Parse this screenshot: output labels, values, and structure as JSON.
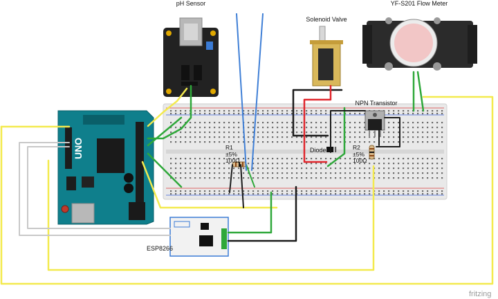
{
  "labels": {
    "ph_sensor": "pH Sensor",
    "solenoid_valve": "Solenoid Valve",
    "flow_meter": "YF-S201 Flow Meter",
    "npn_transistor": "NPN Transistor",
    "diode": "Diode",
    "r1_name": "R1",
    "r1_tol": "±5%",
    "r1_value": "100Ω",
    "r2_name": "R2",
    "r2_tol": "±5%",
    "r2_value": "100Ω",
    "esp": "ESP8266",
    "watermark": "fritzing"
  },
  "colors": {
    "arduino": "#0f7f8c",
    "breadboard": "#e8e8e8",
    "wire_yellow": "#f3ea4e",
    "wire_green": "#2fa83a",
    "wire_black": "#1a1a1a",
    "wire_red": "#e0262c",
    "wire_blue": "#3f7fd6"
  }
}
